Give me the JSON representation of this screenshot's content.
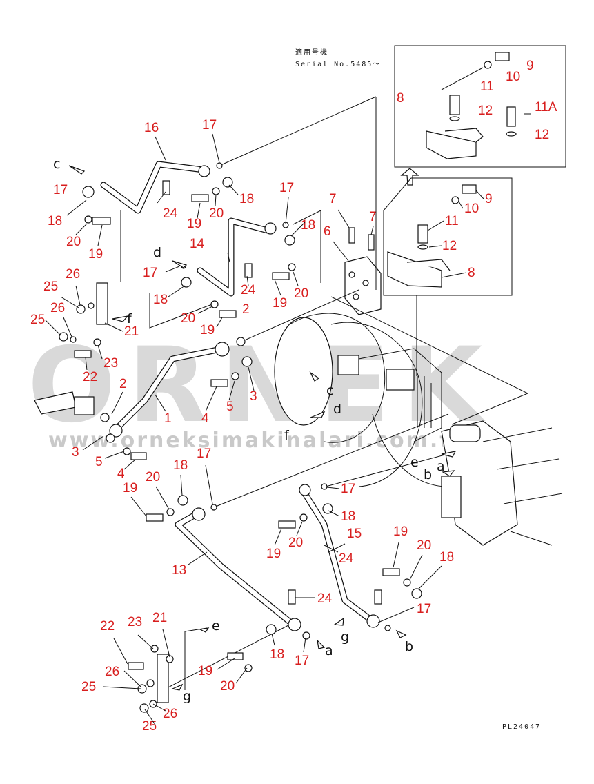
{
  "header": {
    "applicable_machine": "適用号機",
    "serial": "Serial No.5485～"
  },
  "drawing_code": "PL24047",
  "watermark": {
    "brand": "ORNEK",
    "url": "www.orneksimakinalari.com.tr"
  },
  "colors": {
    "callout": "#d81e1e",
    "line": "#111111",
    "watermark": "#d9d9d9"
  },
  "callouts": [
    {
      "id": "inset-9",
      "text": "9"
    },
    {
      "id": "inset-10",
      "text": "10"
    },
    {
      "id": "inset-8",
      "text": "8"
    },
    {
      "id": "inset-11",
      "text": "11"
    },
    {
      "id": "inset-12a",
      "text": "12"
    },
    {
      "id": "inset-11A",
      "text": "11A"
    },
    {
      "id": "inset-12b",
      "text": "12"
    },
    {
      "id": "c16",
      "text": "16"
    },
    {
      "id": "c17a",
      "text": "17"
    },
    {
      "id": "c17b",
      "text": "17"
    },
    {
      "id": "c18a",
      "text": "18"
    },
    {
      "id": "c24a",
      "text": "24"
    },
    {
      "id": "c18b",
      "text": "18"
    },
    {
      "id": "c20a",
      "text": "20"
    },
    {
      "id": "c19a",
      "text": "19"
    },
    {
      "id": "c19b",
      "text": "19"
    },
    {
      "id": "c20b",
      "text": "20"
    },
    {
      "id": "c17c",
      "text": "17"
    },
    {
      "id": "c18c",
      "text": "18"
    },
    {
      "id": "c7a",
      "text": "7"
    },
    {
      "id": "c7b",
      "text": "7"
    },
    {
      "id": "c6",
      "text": "6"
    },
    {
      "id": "c9",
      "text": "9"
    },
    {
      "id": "c10",
      "text": "10"
    },
    {
      "id": "c11",
      "text": "11"
    },
    {
      "id": "c12",
      "text": "12"
    },
    {
      "id": "c8",
      "text": "8"
    },
    {
      "id": "c14",
      "text": "14"
    },
    {
      "id": "c17d",
      "text": "17"
    },
    {
      "id": "c24b",
      "text": "24"
    },
    {
      "id": "c19c",
      "text": "19"
    },
    {
      "id": "c20c",
      "text": "20"
    },
    {
      "id": "c18d",
      "text": "18"
    },
    {
      "id": "c20d",
      "text": "20"
    },
    {
      "id": "c19d",
      "text": "19"
    },
    {
      "id": "c2a",
      "text": "2"
    },
    {
      "id": "c26a",
      "text": "26"
    },
    {
      "id": "c25a",
      "text": "25"
    },
    {
      "id": "c26b",
      "text": "26"
    },
    {
      "id": "c25b",
      "text": "25"
    },
    {
      "id": "c21a",
      "text": "21"
    },
    {
      "id": "c23a",
      "text": "23"
    },
    {
      "id": "c22a",
      "text": "22"
    },
    {
      "id": "c2b",
      "text": "2"
    },
    {
      "id": "c1",
      "text": "1"
    },
    {
      "id": "c4a",
      "text": "4"
    },
    {
      "id": "c5a",
      "text": "5"
    },
    {
      "id": "c3a",
      "text": "3"
    },
    {
      "id": "c3b",
      "text": "3"
    },
    {
      "id": "c5b",
      "text": "5"
    },
    {
      "id": "c4b",
      "text": "4"
    },
    {
      "id": "c17e",
      "text": "17"
    },
    {
      "id": "c18e",
      "text": "18"
    },
    {
      "id": "c20e",
      "text": "20"
    },
    {
      "id": "c19e",
      "text": "19"
    },
    {
      "id": "c13",
      "text": "13"
    },
    {
      "id": "c17f",
      "text": "17"
    },
    {
      "id": "c18f",
      "text": "18"
    },
    {
      "id": "c15",
      "text": "15"
    },
    {
      "id": "c19f",
      "text": "19"
    },
    {
      "id": "c20f",
      "text": "20"
    },
    {
      "id": "c24c",
      "text": "24"
    },
    {
      "id": "c19g",
      "text": "19"
    },
    {
      "id": "c20g",
      "text": "20"
    },
    {
      "id": "c18g",
      "text": "18"
    },
    {
      "id": "c17g",
      "text": "17"
    },
    {
      "id": "c24d",
      "text": "24"
    },
    {
      "id": "c22b",
      "text": "22"
    },
    {
      "id": "c23b",
      "text": "23"
    },
    {
      "id": "c21b",
      "text": "21"
    },
    {
      "id": "c26c",
      "text": "26"
    },
    {
      "id": "c25c",
      "text": "25"
    },
    {
      "id": "c26d",
      "text": "26"
    },
    {
      "id": "c25d",
      "text": "25"
    },
    {
      "id": "c19h",
      "text": "19"
    },
    {
      "id": "c20h",
      "text": "20"
    },
    {
      "id": "c18h",
      "text": "18"
    },
    {
      "id": "c17h",
      "text": "17"
    }
  ],
  "refs": [
    {
      "id": "r-c",
      "text": "c"
    },
    {
      "id": "r-d",
      "text": "d"
    },
    {
      "id": "r-f1",
      "text": "f"
    },
    {
      "id": "r-c2",
      "text": "c"
    },
    {
      "id": "r-d2",
      "text": "d"
    },
    {
      "id": "r-f2",
      "text": "f"
    },
    {
      "id": "r-e1",
      "text": "e"
    },
    {
      "id": "r-a1",
      "text": "a"
    },
    {
      "id": "r-b1",
      "text": "b"
    },
    {
      "id": "r-g1",
      "text": "g"
    },
    {
      "id": "r-b2",
      "text": "b"
    },
    {
      "id": "r-a2",
      "text": "a"
    },
    {
      "id": "r-e2",
      "text": "e"
    },
    {
      "id": "r-g2",
      "text": "g"
    }
  ]
}
